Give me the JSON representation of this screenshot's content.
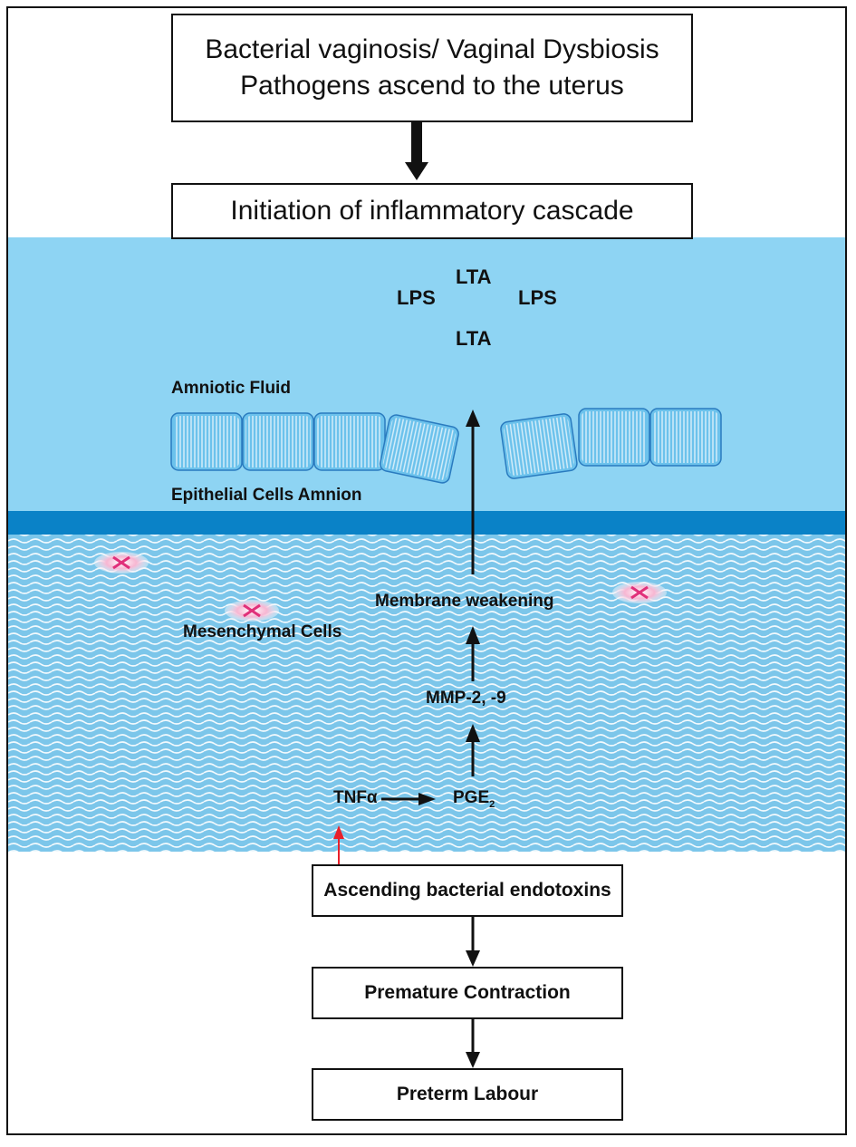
{
  "top_box": {
    "line1": "Bacterial vaginosis/ Vaginal Dysbiosis",
    "line2": "Pathogens ascend to the uterus"
  },
  "initiation_box": "Initiation of inflammatory cascade",
  "molecules": {
    "lta_top": "LTA",
    "lps_left": "LPS",
    "lps_right": "LPS",
    "lta_bottom": "LTA"
  },
  "labels": {
    "amniotic_fluid": "Amniotic Fluid",
    "epithelial_cells": "Epithelial Cells Amnion",
    "mesenchymal_cells": "Mesenchymal Cells",
    "membrane_weakening": "Membrane weakening",
    "mmp": "MMP-2, -9",
    "tnf": "TNFα",
    "pge": "PGE",
    "pge_sub": "2"
  },
  "bottom_boxes": {
    "ascending": "Ascending bacterial endotoxins",
    "premature": "Premature Contraction",
    "preterm": "Preterm Labour"
  },
  "colors": {
    "amniotic_fluid": "#8ed4f3",
    "membrane": "#0a82c7",
    "mesenchyme": "#7cc6ea",
    "wave": "#ffffff",
    "red_arrow": "#e8202a",
    "cell_marker": "#e0307a"
  }
}
